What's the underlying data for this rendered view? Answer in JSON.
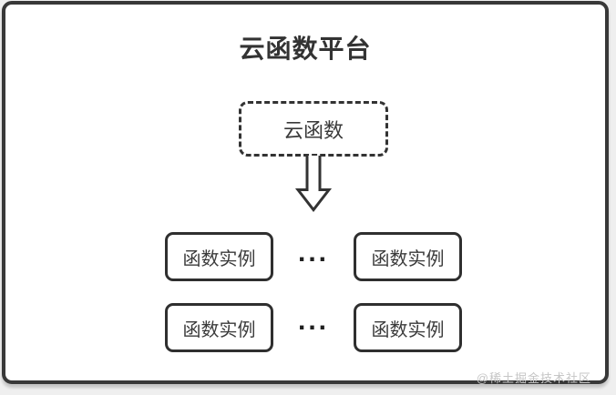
{
  "page": {
    "background_color": "#efefef",
    "card_background": "#ffffff",
    "card_border_color": "#383838"
  },
  "diagram": {
    "title": "云函数平台",
    "root_node_label": "云函数",
    "arrow_icon": "down-block-arrow",
    "rows": [
      {
        "left_label": "函数实例",
        "ellipsis": "...",
        "right_label": "函数实例"
      },
      {
        "left_label": "函数实例",
        "ellipsis": "...",
        "right_label": "函数实例"
      }
    ],
    "watermark": "@稀土掘金技术社区"
  },
  "colors": {
    "stroke": "#333333",
    "node_border": "#2f2f2f",
    "text": "#3a3a3a",
    "watermark_text": "#c6c6c6"
  }
}
